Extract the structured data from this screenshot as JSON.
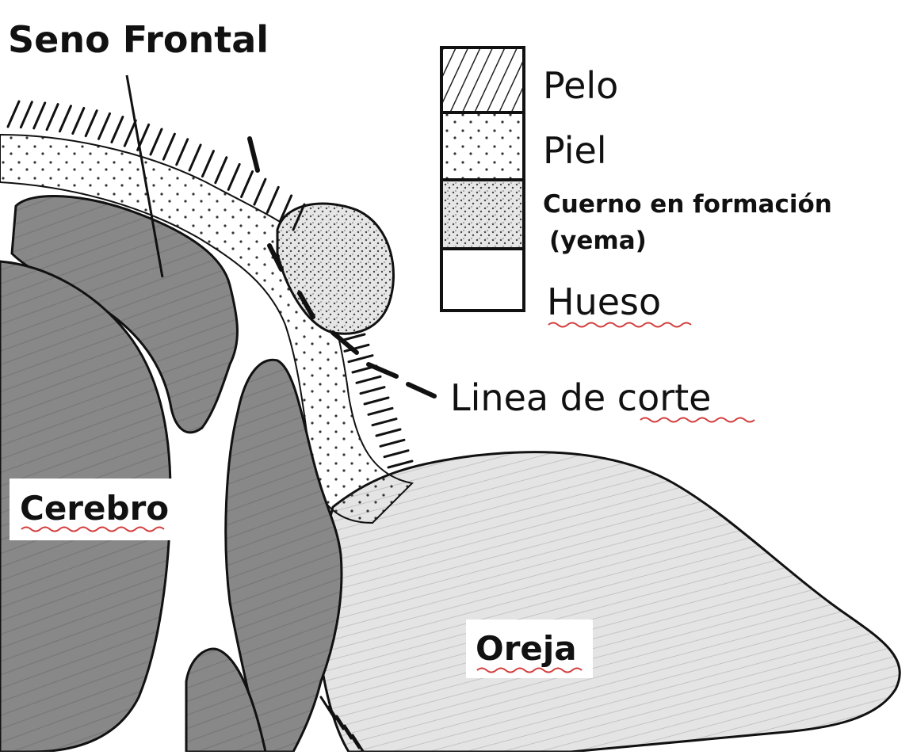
{
  "labels": {
    "frontal_sinus": "Seno Frontal",
    "brain": "Cerebro",
    "ear": "Oreja",
    "cut_line": "Linea de corte"
  },
  "legend": {
    "items": [
      {
        "pattern": "hatch",
        "label": "Pelo"
      },
      {
        "pattern": "dots",
        "label": "Piel"
      },
      {
        "pattern": "dense-dots",
        "label": "Cuerno en formación",
        "label2": "(yema)"
      },
      {
        "pattern": "empty",
        "label": "Hueso"
      }
    ]
  },
  "colors": {
    "ink": "#111111",
    "brain_fill": "#8a8a8a",
    "bone_fill": "#ffffff",
    "ear_fill": "#dcdcdc",
    "skin_fill": "#ececec",
    "spell_underline": "#d33c3c"
  }
}
